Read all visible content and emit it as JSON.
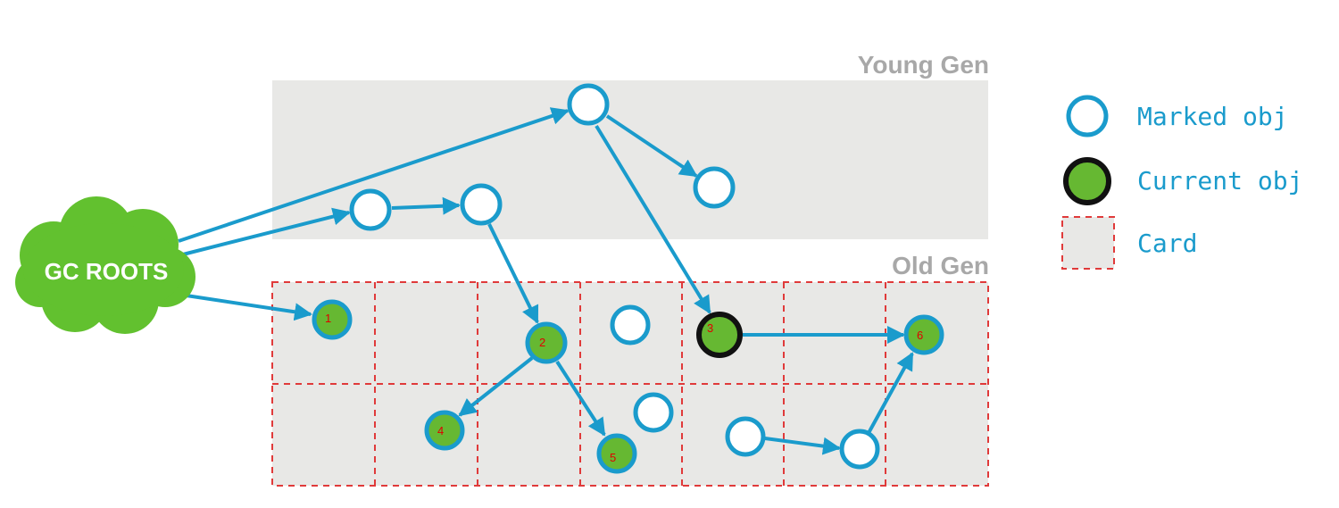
{
  "regions": {
    "young_gen": "Young Gen",
    "old_gen": "Old Gen"
  },
  "gc_roots": {
    "label": "GC ROOTS"
  },
  "legend": {
    "marked": "Marked obj",
    "current": "Current obj",
    "card": "Card"
  },
  "nodes": {
    "n1": "1",
    "n2": "2",
    "n3": "3",
    "n4": "4",
    "n5": "5",
    "n6": "6"
  },
  "colors": {
    "accent_blue": "#1a9bcc",
    "fill_green": "#66b832",
    "current_border": "#111111",
    "card_red": "#e03a3a",
    "region_gray": "#e8e8e6",
    "cloud_green": "#62c12f"
  }
}
